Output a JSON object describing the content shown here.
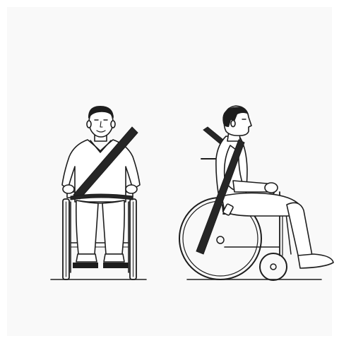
{
  "figure": {
    "background": "#f9f9f9",
    "line_color": "#1d1d1d",
    "belt_color": "#262626",
    "views": [
      {
        "name": "front-view",
        "subject": "wheelchair-user-with-diagonal-seat-belt"
      },
      {
        "name": "side-view",
        "subject": "wheelchair-user-with-diagonal-seat-belt"
      }
    ]
  }
}
